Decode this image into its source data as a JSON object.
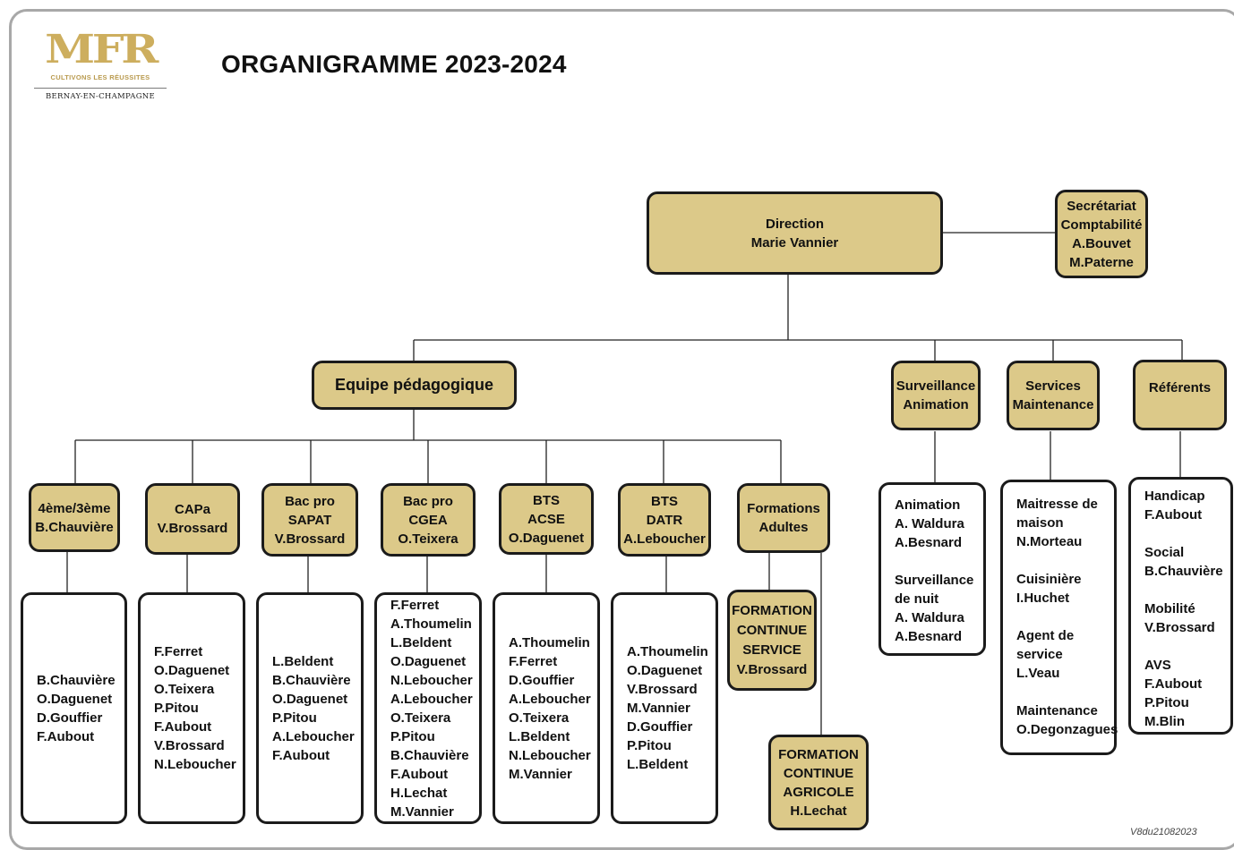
{
  "header": {
    "logo_mark": "MFR",
    "logo_tagline": "CULTIVONS LES RÉUSSITES",
    "logo_city": "BERNAY-EN-CHAMPAGNE",
    "title": "ORGANIGRAMME 2023-2024",
    "version": "V8du21082023"
  },
  "direction": {
    "lines": [
      "Direction",
      "Marie Vannier"
    ]
  },
  "secretariat": {
    "lines": [
      "Secrétariat",
      "Comptabilité",
      "A.Bouvet",
      "M.Paterne"
    ]
  },
  "departments": {
    "pedagogique": "Equipe pédagogique",
    "surveillance": [
      "Surveillance",
      "Animation"
    ],
    "services": [
      "Services",
      "Maintenance"
    ],
    "referents": [
      "Référents"
    ]
  },
  "classes": [
    {
      "header": [
        "4ème/3ème",
        "B.Chauvière"
      ],
      "staff": [
        "B.Chauvière",
        "O.Daguenet",
        "D.Gouffier",
        "F.Aubout"
      ]
    },
    {
      "header": [
        "CAPa",
        "V.Brossard"
      ],
      "staff": [
        "F.Ferret",
        "O.Daguenet",
        "O.Teixera",
        "P.Pitou",
        "F.Aubout",
        "V.Brossard",
        "N.Leboucher"
      ]
    },
    {
      "header": [
        "Bac pro",
        "SAPAT",
        "V.Brossard"
      ],
      "staff": [
        "L.Beldent",
        "B.Chauvière",
        "O.Daguenet",
        "P.Pitou",
        "A.Leboucher",
        "F.Aubout"
      ]
    },
    {
      "header": [
        "Bac pro",
        "CGEA",
        "O.Teixera"
      ],
      "staff": [
        "F.Ferret",
        "A.Thoumelin",
        "L.Beldent",
        "O.Daguenet",
        "N.Leboucher",
        "A.Leboucher",
        "O.Teixera",
        "P.Pitou",
        "B.Chauvière",
        "F.Aubout",
        "H.Lechat",
        "M.Vannier"
      ]
    },
    {
      "header": [
        "BTS",
        "ACSE",
        "O.Daguenet"
      ],
      "staff": [
        "A.Thoumelin",
        "F.Ferret",
        "D.Gouffier",
        "A.Leboucher",
        "O.Teixera",
        "L.Beldent",
        "N.Leboucher",
        "M.Vannier"
      ]
    },
    {
      "header": [
        "BTS",
        "DATR",
        "A.Leboucher"
      ],
      "staff": [
        "A.Thoumelin",
        "O.Daguenet",
        "V.Brossard",
        "M.Vannier",
        "D.Gouffier",
        "P.Pitou",
        "L.Beldent"
      ]
    }
  ],
  "formations": {
    "header": [
      "Formations",
      "Adultes"
    ],
    "service": [
      "FORMATION",
      "CONTINUE",
      "SERVICE",
      "V.Brossard"
    ],
    "agricole": [
      "FORMATION",
      "CONTINUE",
      "AGRICOLE",
      "H.Lechat"
    ]
  },
  "animation_box": [
    [
      "Animation",
      "A. Waldura",
      "A.Besnard"
    ],
    [
      "Surveillance",
      "de nuit",
      "A. Waldura",
      "A.Besnard"
    ]
  ],
  "services_box": [
    [
      "Maitresse de",
      "maison",
      "N.Morteau"
    ],
    [
      "Cuisinière",
      "I.Huchet"
    ],
    [
      "Agent de",
      "service",
      "L.Veau"
    ],
    [
      "Maintenance",
      "O.Degonzagues"
    ]
  ],
  "referents_box": [
    [
      "Handicap",
      "F.Aubout"
    ],
    [
      "Social",
      "B.Chauvière"
    ],
    [
      "Mobilité",
      "V.Brossard"
    ],
    [
      "AVS",
      "F.Aubout",
      "P.Pitou",
      "M.Blin"
    ]
  ]
}
